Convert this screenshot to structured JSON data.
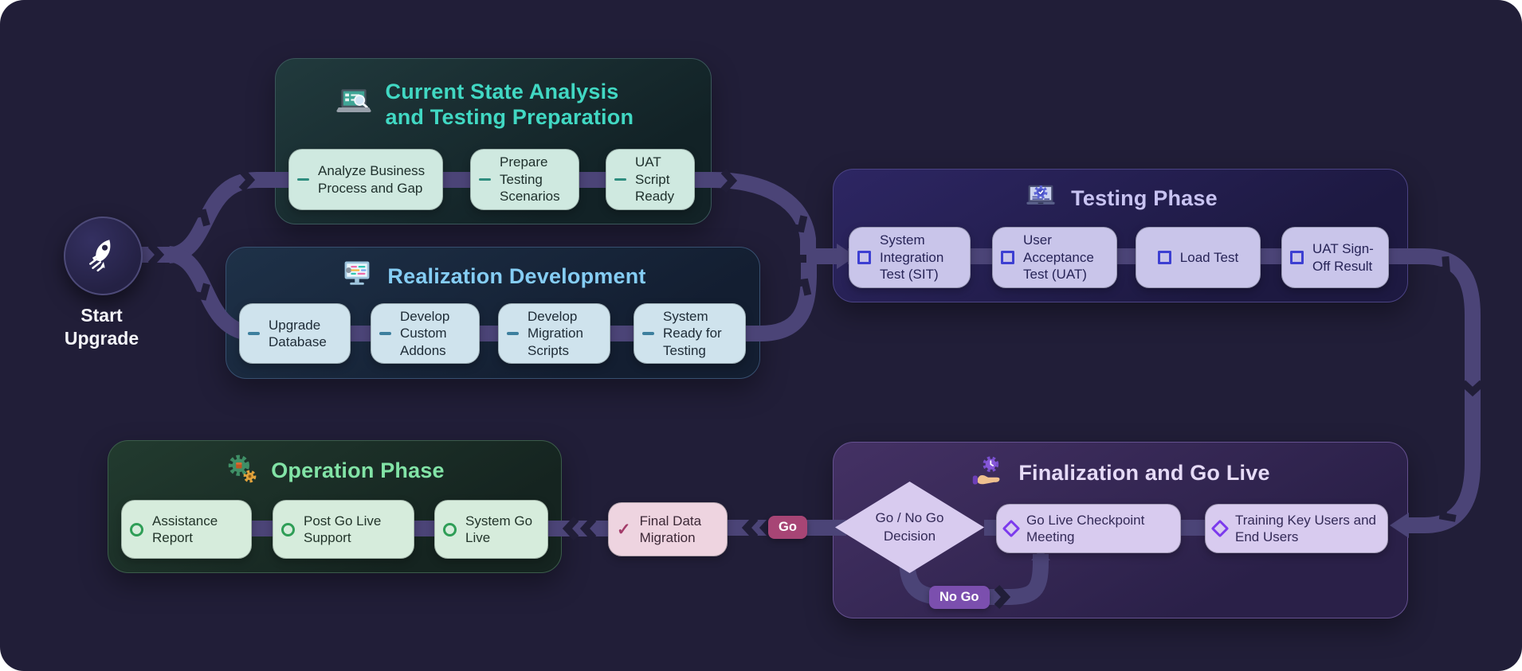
{
  "canvas": {
    "bg": "#211e38",
    "band_color": "#4b4477"
  },
  "start": {
    "label": "Start Upgrade",
    "icon": "rocket-icon"
  },
  "phases": {
    "current_state": {
      "title": "Current State Analysis and Testing Preparation",
      "icon": "laptop-search-icon",
      "accent": "#41d8c3",
      "items": [
        "Analyze Business Process and Gap",
        "Prepare Testing Scenarios",
        "UAT Script Ready"
      ]
    },
    "realization": {
      "title": "Realization Development",
      "icon": "monitor-code-icon",
      "accent": "#85cdf4",
      "items": [
        "Upgrade Database",
        "Develop Custom Addons",
        "Develop Migration Scripts",
        "System Ready for Testing"
      ]
    },
    "testing": {
      "title": "Testing Phase",
      "icon": "laptop-gear-check-icon",
      "accent": "#c8c3f2",
      "items": [
        "System Integration Test (SIT)",
        "User Acceptance Test (UAT)",
        "Load Test",
        "UAT Sign-Off Result"
      ]
    },
    "finalization": {
      "title": "Finalization and Go Live",
      "icon": "hand-gear-icon",
      "accent": "#e6dbf7",
      "decision": "Go / No Go Decision",
      "items": [
        "Go Live Checkpoint Meeting",
        "Training Key Users and End Users"
      ],
      "go_label": "Go",
      "no_go_label": "No Go",
      "go_color": "#a74575",
      "no_go_color": "#7b4fae"
    },
    "operation": {
      "title": "Operation Phase",
      "icon": "gears-icon",
      "accent": "#82e3a6",
      "items": [
        "Assistance Report",
        "Post Go Live Support",
        "System Go Live"
      ]
    }
  },
  "migration": {
    "label": "Final Data Migration"
  }
}
